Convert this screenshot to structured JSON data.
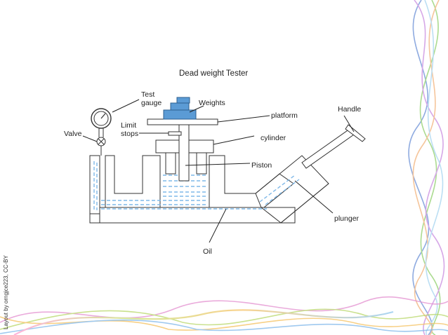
{
  "title": "Dead weight Tester",
  "labels": {
    "test_gauge_line1": "Test",
    "test_gauge_line2": "gauge",
    "weights": "Weights",
    "platform": "platform",
    "handle": "Handle",
    "limit_line1": "Limit",
    "limit_line2": "stops",
    "valve": "Valve",
    "cylinder": "cylinder",
    "piston": "Piston",
    "plunger": "plunger",
    "oil": "Oil"
  },
  "credit": "Layout by orngjce223, CC-BY",
  "colors": {
    "oil": "#7fb8e8",
    "weights": "#5b9bd5",
    "line": "#333333",
    "hatch": "#555555"
  }
}
